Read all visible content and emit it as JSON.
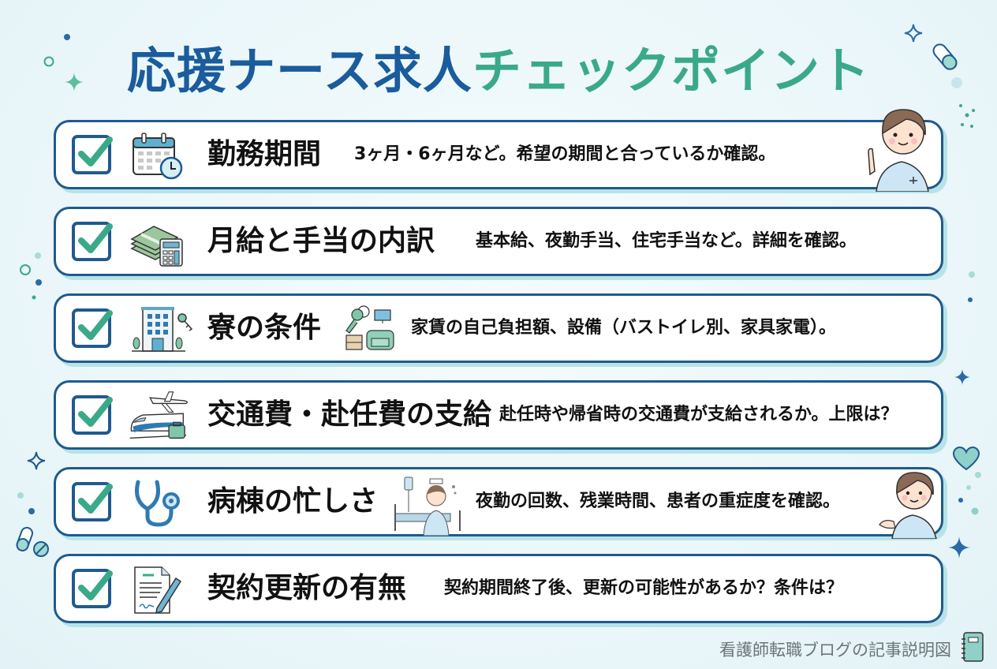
{
  "title": {
    "part1": "応援ナース求人",
    "part2": "チェックポイント",
    "color_part1": "#1a5c9c",
    "color_part2": "#3aa98a"
  },
  "checkpoints": [
    {
      "label": "勤務期間",
      "description": "3ヶ月・6ヶ月など。希望の期間と合っているか確認。",
      "icon": "calendar-clock-icon",
      "checked": true
    },
    {
      "label": "月給と手当の内訳",
      "description": "基本給、夜勤手当、住宅手当など。詳細を確認。",
      "icon": "money-calculator-icon",
      "checked": true
    },
    {
      "label": "寮の条件",
      "description": "家賃の自己負担額、設備（バストイレ別、家具家電）。",
      "icon": "building-key-icon",
      "checked": true
    },
    {
      "label": "交通費・赴任費の支給",
      "description": "赴任時や帰省時の交通費が支給されるか。上限は？",
      "icon": "plane-train-icon",
      "checked": true
    },
    {
      "label": "病棟の忙しさ",
      "description": "夜勤の回数、残業時間、患者の重症度を確認。",
      "icon": "stethoscope-icon",
      "checked": true
    },
    {
      "label": "契約更新の有無",
      "description": "契約期間終了後、更新の可能性があるか？条件は？",
      "icon": "contract-pen-icon",
      "checked": true
    }
  ],
  "footer": {
    "caption": "看護師転職ブログの記事説明図"
  },
  "colors": {
    "border": "#1f5a8f",
    "check": "#3aa98a",
    "shadow": "#b7e3e6"
  }
}
